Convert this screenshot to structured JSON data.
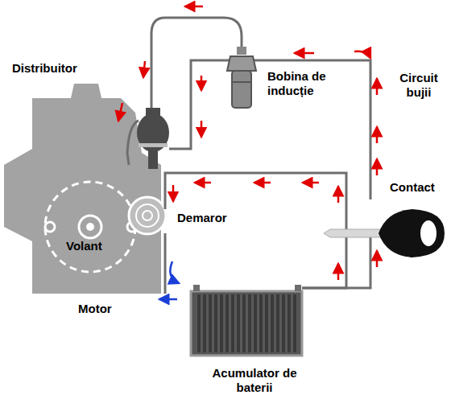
{
  "diagram": {
    "labels": [
      "Distribuitor",
      "Bobina de inducție",
      "Circuit bujii",
      "Contact",
      "Demaror",
      "Volant",
      "Motor",
      "Acumulator de baterii"
    ]
  }
}
